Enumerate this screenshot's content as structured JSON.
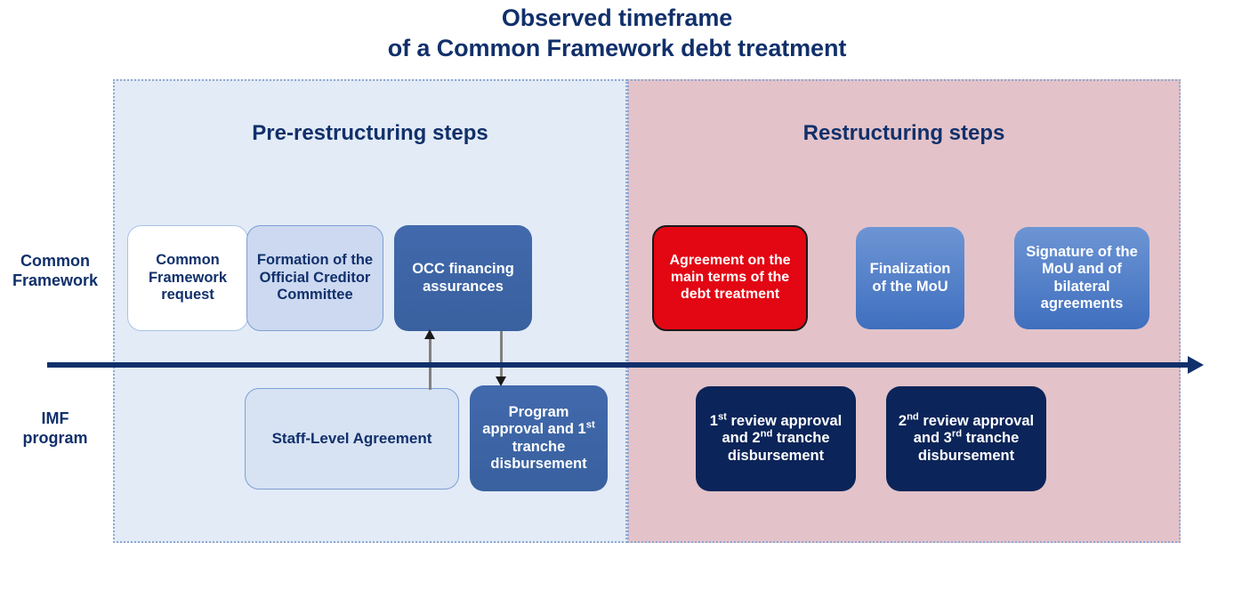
{
  "title": {
    "line1": "Observed timeframe",
    "line2": "of a Common Framework debt treatment"
  },
  "panels": {
    "pre": {
      "heading": "Pre-restructuring steps",
      "color": "#e3ebf7"
    },
    "restructuring": {
      "heading": "Restructuring steps",
      "color": "#e3c3c9"
    }
  },
  "row_labels": {
    "common_framework": "Common\nFramework",
    "common_framework_line1": "Common",
    "common_framework_line2": "Framework",
    "imf_line1": "IMF",
    "imf_line2": "program"
  },
  "timeline": {
    "direction": "left-to-right",
    "color": "#11306b",
    "arrow": "right-arrow"
  },
  "steps": {
    "common_framework_row": [
      {
        "id": "cf-request",
        "label": "Common Framework request",
        "style": "white",
        "panel": "pre"
      },
      {
        "id": "occ-formation",
        "label": "Formation of the Official Creditor Committee",
        "style": "light-blue",
        "panel": "pre"
      },
      {
        "id": "occ-financing-assurances",
        "label": "OCC financing assurances",
        "style": "medium-blue",
        "panel": "pre"
      },
      {
        "id": "agreement-main-terms",
        "label": "Agreement on the main terms of the debt treatment",
        "style": "red-highlight",
        "panel": "restructuring"
      },
      {
        "id": "finalization-mou",
        "label": "Finalization of the MoU",
        "style": "bright-blue",
        "panel": "restructuring"
      },
      {
        "id": "signature-mou",
        "label": "Signature of the MoU and of bilateral agreements",
        "style": "bright-blue",
        "panel": "restructuring"
      }
    ],
    "imf_row": [
      {
        "id": "staff-level-agreement",
        "label": "Staff-Level Agreement",
        "style": "pale-blue",
        "panel": "pre"
      },
      {
        "id": "program-approval-1st-tranche",
        "label_pre": "Program approval and 1",
        "label_sup": "st",
        "label_post": " tranche disbursement",
        "style": "medium-blue",
        "panel": "pre"
      },
      {
        "id": "first-review-2nd-tranche",
        "label_pre": "1",
        "label_sup1": "st",
        "label_mid": " review approval and 2",
        "label_sup2": "nd",
        "label_post": " tranche disbursement",
        "style": "navy",
        "panel": "restructuring"
      },
      {
        "id": "second-review-3rd-tranche",
        "label_pre": "2",
        "label_sup1": "nd",
        "label_mid": " review approval and 3",
        "label_sup2": "rd",
        "label_post": " tranche disbursement",
        "style": "navy",
        "panel": "restructuring"
      }
    ]
  },
  "connectors": [
    {
      "id": "sla-to-occ",
      "from": "staff-level-agreement",
      "to": "occ-financing-assurances",
      "direction": "up",
      "color": "#808080"
    },
    {
      "id": "occ-to-program",
      "from": "occ-financing-assurances",
      "to": "program-approval-1st-tranche",
      "direction": "down",
      "color": "#808080"
    }
  ],
  "colors": {
    "navy_text": "#11306b",
    "red_accent": "#e30613",
    "panel_blue": "#e3ebf7",
    "panel_pink": "#e3c3c9",
    "timeline": "#11306b"
  }
}
